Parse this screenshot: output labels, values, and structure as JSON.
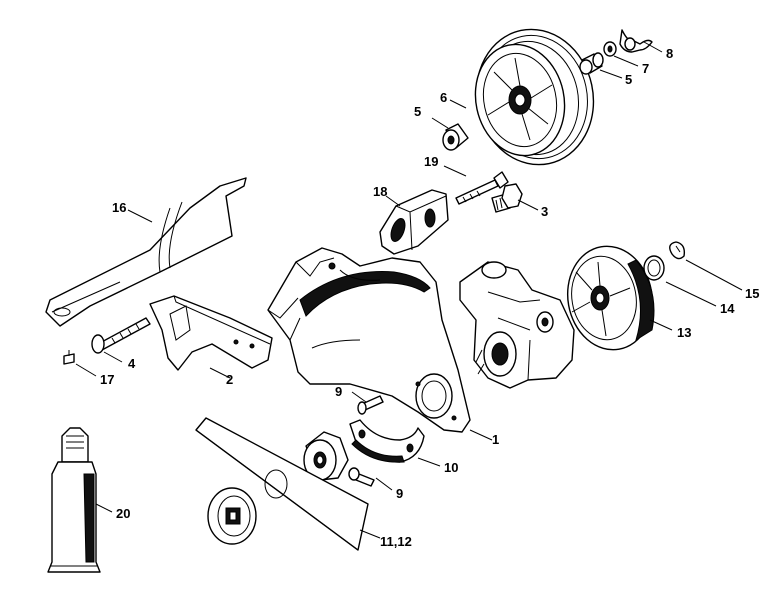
{
  "labels": {
    "l1": "1",
    "l2": "2",
    "l3": "3",
    "l4": "4",
    "l5a": "5",
    "l5b": "5",
    "l6": "6",
    "l7": "7",
    "l8": "8",
    "l9a": "9",
    "l9b": "9",
    "l10": "10",
    "l1112": "11,12",
    "l13": "13",
    "l14": "14",
    "l15": "15",
    "l16": "16",
    "l17": "17",
    "l18": "18",
    "l19": "19",
    "l20": "20"
  }
}
